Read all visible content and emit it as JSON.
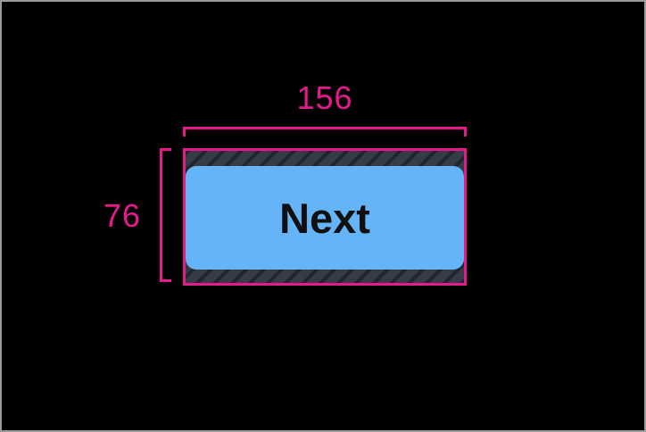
{
  "frame": {
    "background_color": "#000000",
    "border_color": "#9a9a9a"
  },
  "measurements": {
    "annotation_color": "#e8198d",
    "width": {
      "label": "156"
    },
    "height": {
      "label": "76"
    }
  },
  "padding_region": {
    "base_color": "#353c48",
    "stripe_color": "#20252f",
    "pattern": "diagonal-hatch"
  },
  "button": {
    "label": "Next",
    "fill_color": "#64b4f7",
    "text_color": "#101010"
  }
}
